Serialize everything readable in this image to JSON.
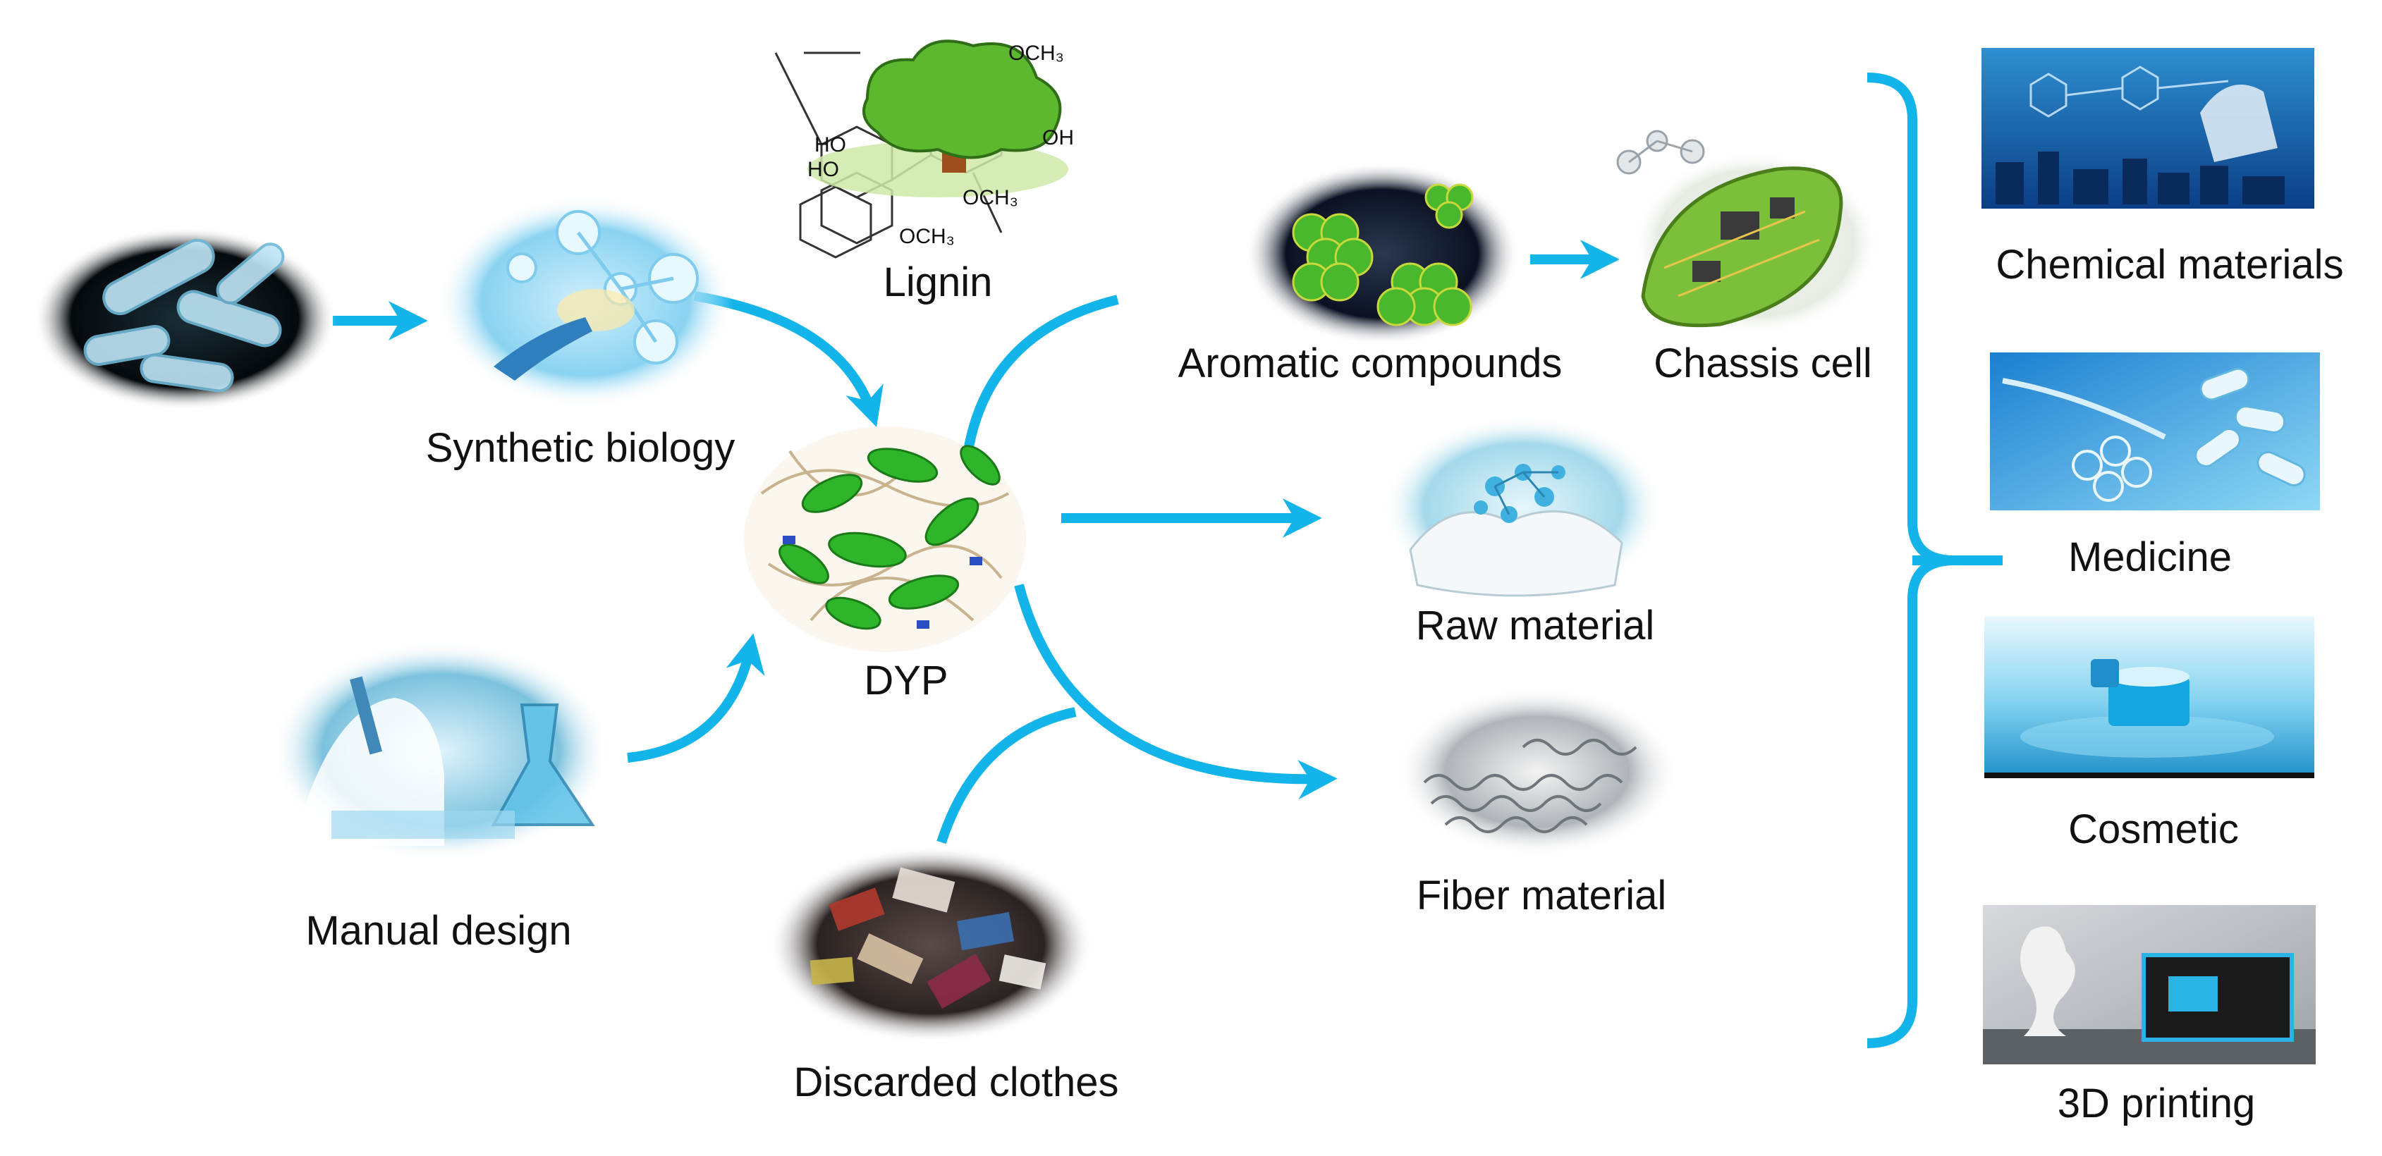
{
  "labels": {
    "lignin": "Lignin",
    "synthetic_biology": "Synthetic biology",
    "dyp": "DYP",
    "manual_design": "Manual design",
    "discarded_clothes": "Discarded clothes",
    "aromatic_compounds": "Aromatic compounds",
    "chassis_cell": "Chassis cell",
    "raw_material": "Raw material",
    "fiber_material": "Fiber material",
    "chemical_materials": "Chemical materials",
    "medicine": "Medicine",
    "cosmetic": "Cosmetic",
    "printing_3d": "3D printing"
  },
  "lignin_structure_text": {
    "ho_1": "HO",
    "ho_2": "HO",
    "oh": "OH",
    "och3_1": "OCH₃",
    "och3_2": "OCH₃",
    "och3_3": "OCH₃"
  },
  "colors": {
    "arrow": "#12b4ea",
    "text": "#111111",
    "tree_green": "#5cb82e",
    "protein_green": "#2fb52a",
    "aromatic_green": "#49b82c"
  }
}
